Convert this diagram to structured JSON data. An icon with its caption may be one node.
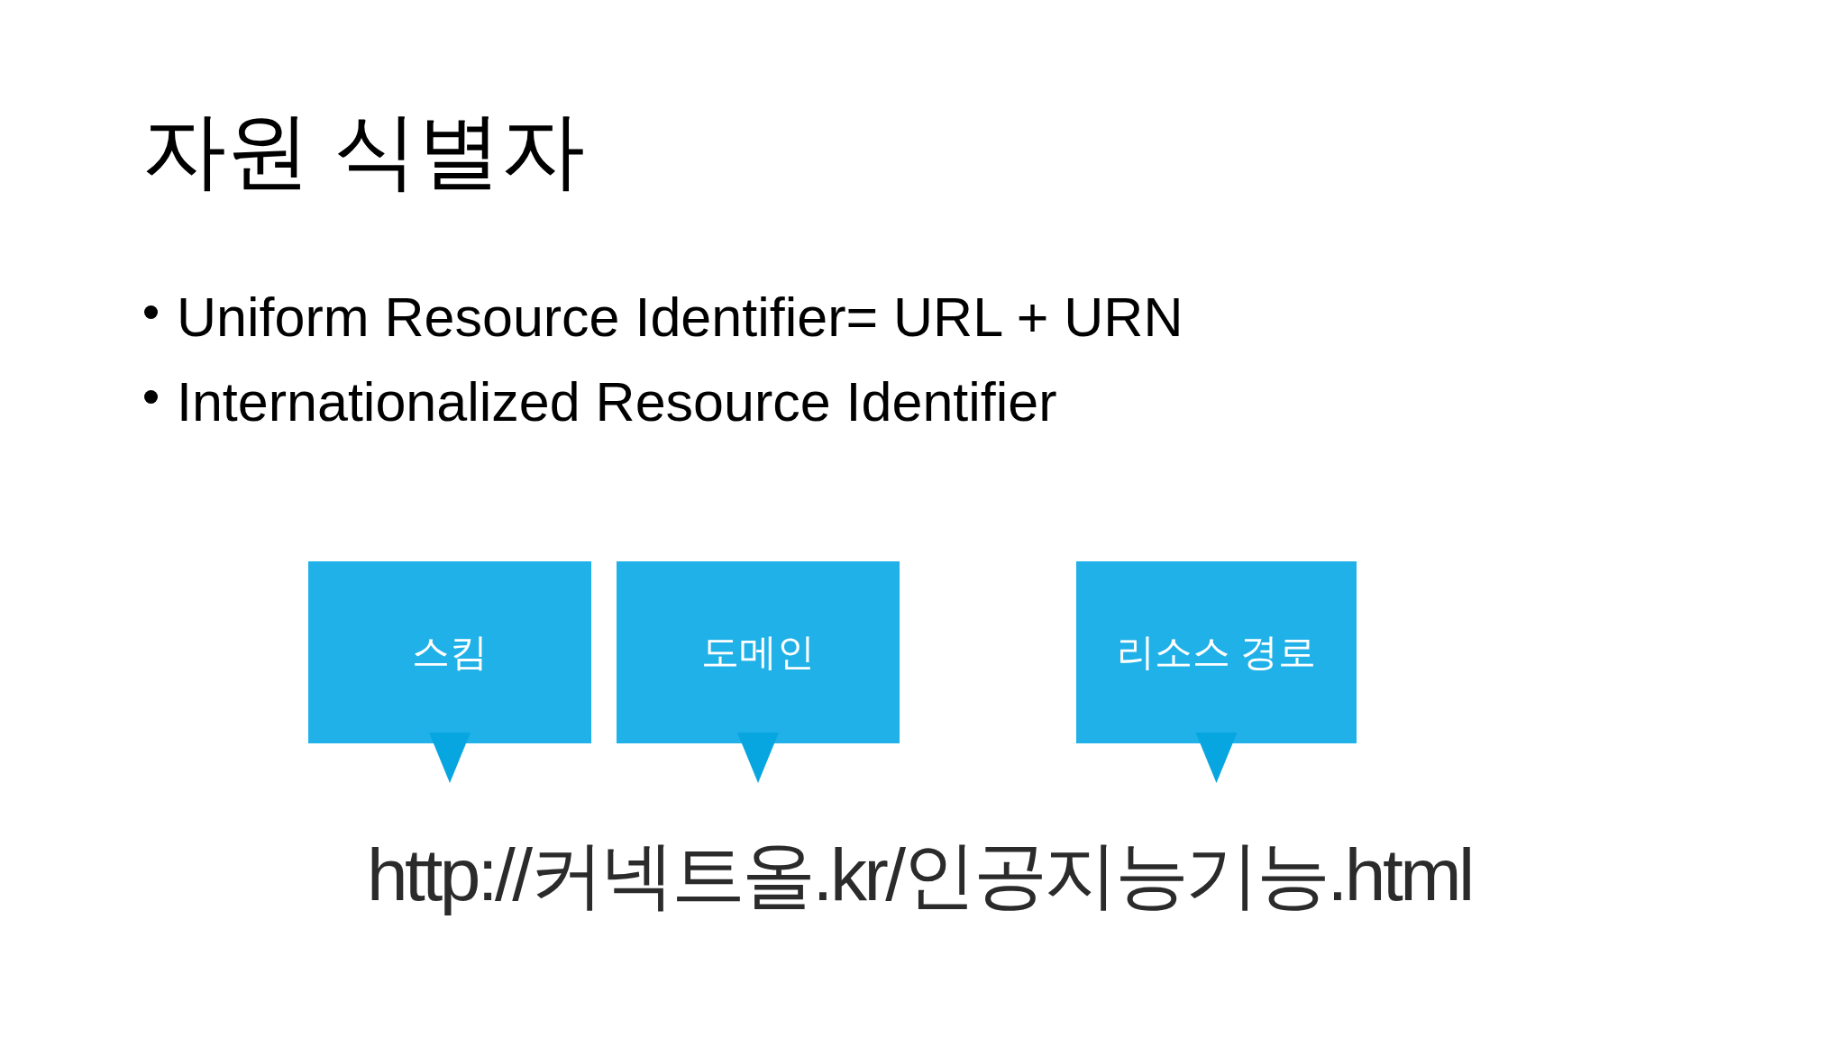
{
  "diagram": {
    "title": "자원 식별자",
    "nodes": [
      {
        "text": [
          "스킴"
        ]
      },
      {
        "text": [
          "도메인"
        ]
      },
      {
        "text": [
          "리소스 경로"
        ]
      }
    ],
    "labels": [
      "Uniform Resource Identifier= URL + URN",
      "Internationalized Resource Identifier",
      "http://커넥트올.kr/인공지능기능.html"
    ]
  }
}
